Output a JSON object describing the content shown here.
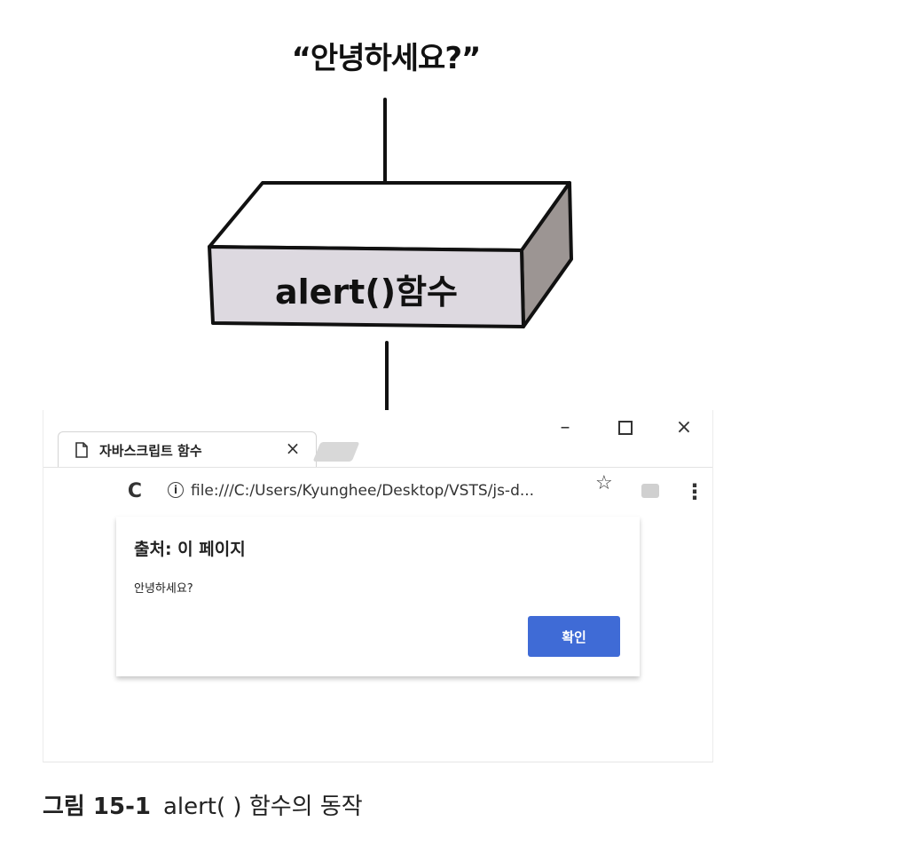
{
  "diagram": {
    "input_label": "“안녕하세요?”",
    "box_label": "alert()함수"
  },
  "browser": {
    "tab": {
      "title": "자바스크립트 함수",
      "close_label": "×"
    },
    "window_controls": {
      "minimize": "–",
      "close": "×"
    },
    "toolbar": {
      "reload_label": "C",
      "address": "file:///C:/Users/Kyunghee/Desktop/VSTS/js-d...",
      "bookmark_label": "☆",
      "menu_label": "⋮"
    },
    "dialog": {
      "source": "출처: 이 페이지",
      "message": "안녕하세요?",
      "ok_label": "확인",
      "ok_color": "#3f6bd6"
    }
  },
  "caption": {
    "label": "그림 15-1",
    "text": "alert( ) 함수의 동작"
  }
}
